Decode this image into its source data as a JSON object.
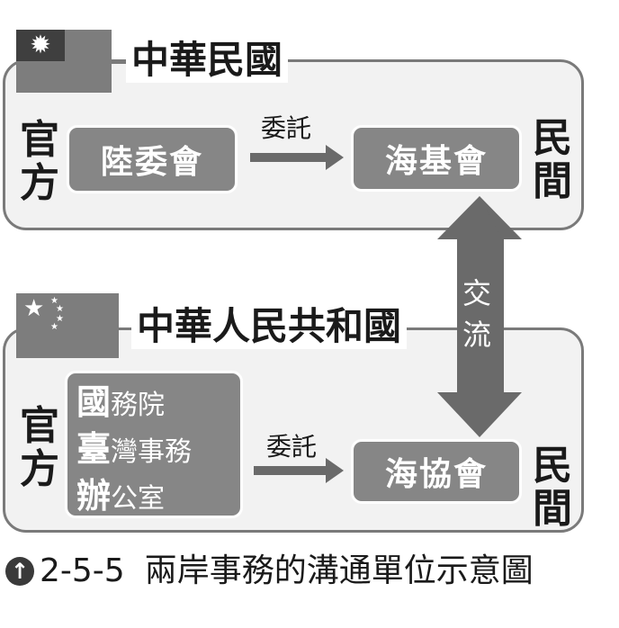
{
  "regions": {
    "roc": {
      "title": "中華民國",
      "official_label": [
        "官",
        "方"
      ],
      "civil_label": [
        "民",
        "間"
      ],
      "official_org": "陸委會",
      "civil_org": "海基會",
      "arrow_label": "委託"
    },
    "prc": {
      "title": "中華人民共和國",
      "official_label": [
        "官",
        "方"
      ],
      "civil_label": [
        "民",
        "間"
      ],
      "official_org_lines": [
        {
          "first": "國",
          "rest": "務院"
        },
        {
          "first": "臺",
          "rest": "灣事務"
        },
        {
          "first": "辦",
          "rest": "公室"
        }
      ],
      "civil_org": "海協會",
      "arrow_label": "委託"
    }
  },
  "exchange": [
    "交",
    "流"
  ],
  "caption": {
    "icon": "up-arrow-circle-icon",
    "number": "2-5-5",
    "text": "兩岸事務的溝通單位示意圖"
  },
  "colors": {
    "panel_border": "#7a7a7a",
    "panel_fill": "#f2f2f2",
    "org_box": "#868686",
    "arrow": "#6a6a6a"
  }
}
